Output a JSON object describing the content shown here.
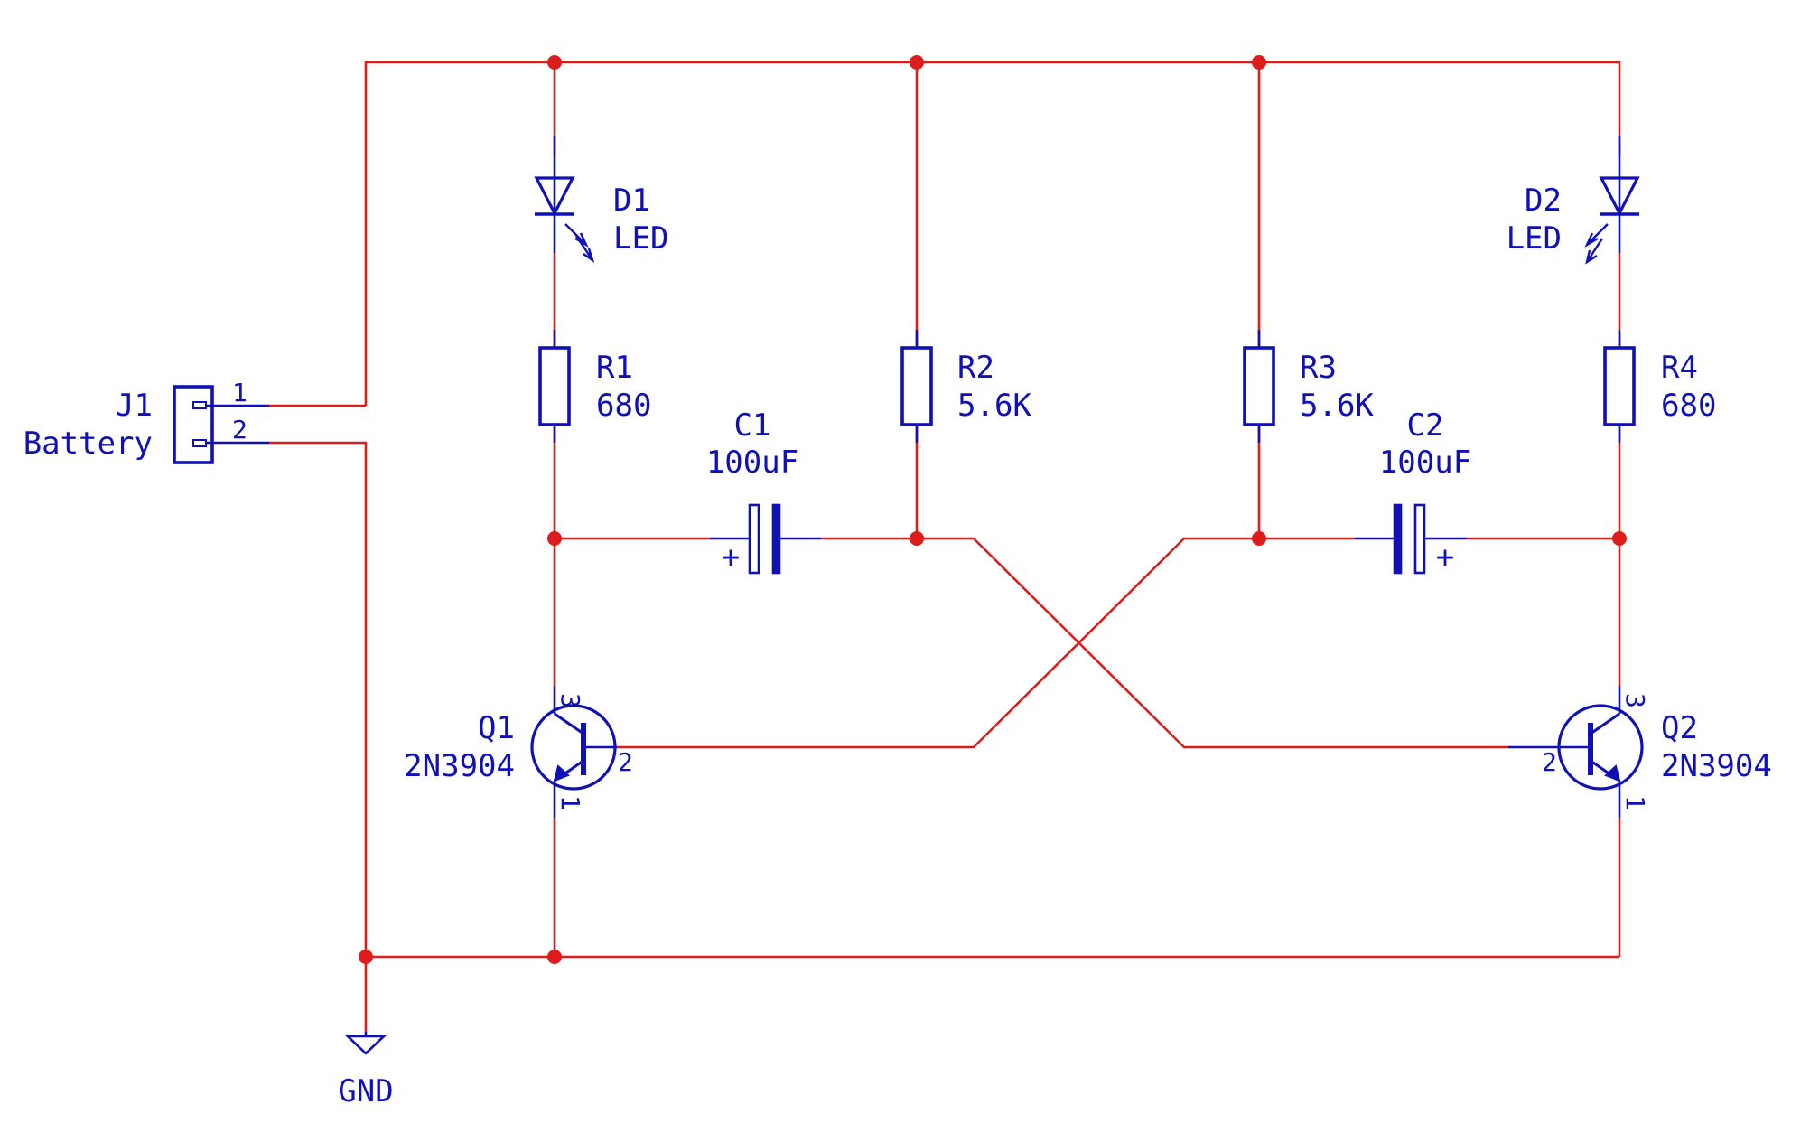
{
  "colors": {
    "wire": "#dd1c1c",
    "junction": "#dd1c1c",
    "symbol": "#1010b8",
    "background": "#ffffff"
  },
  "components": {
    "j1": {
      "ref": "J1",
      "value": "Battery",
      "pin1": "1",
      "pin2": "2"
    },
    "d1": {
      "ref": "D1",
      "value": "LED"
    },
    "d2": {
      "ref": "D2",
      "value": "LED"
    },
    "r1": {
      "ref": "R1",
      "value": "680"
    },
    "r2": {
      "ref": "R2",
      "value": "5.6K"
    },
    "r3": {
      "ref": "R3",
      "value": "5.6K"
    },
    "r4": {
      "ref": "R4",
      "value": "680"
    },
    "c1": {
      "ref": "C1",
      "value": "100uF",
      "polarity": "+"
    },
    "c2": {
      "ref": "C2",
      "value": "100uF",
      "polarity": "+"
    },
    "q1": {
      "ref": "Q1",
      "value": "2N3904",
      "pin_e": "1",
      "pin_b": "2",
      "pin_c": "3"
    },
    "q2": {
      "ref": "Q2",
      "value": "2N3904",
      "pin_e": "1",
      "pin_b": "2",
      "pin_c": "3"
    },
    "gnd": {
      "label": "GND"
    }
  }
}
